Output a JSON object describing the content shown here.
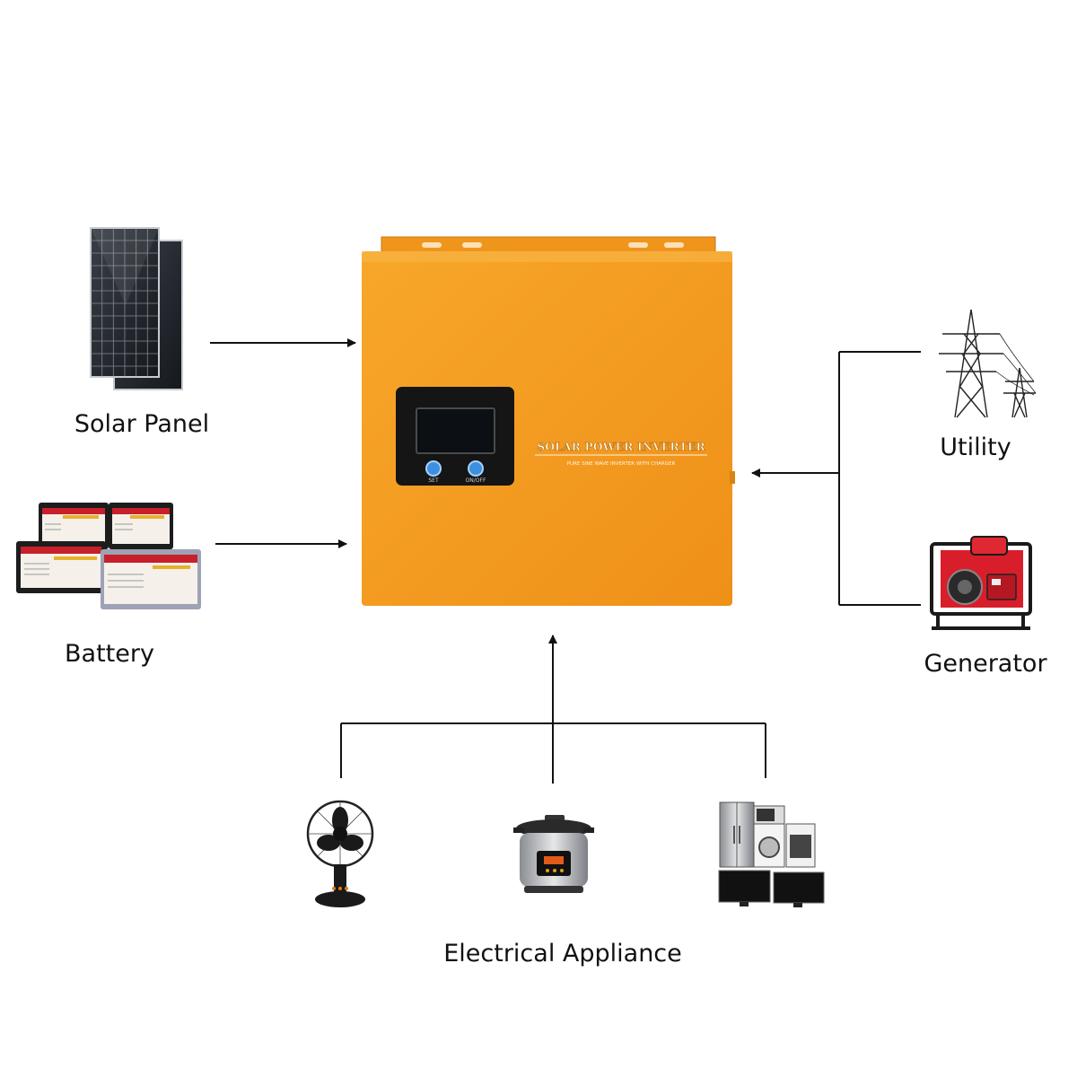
{
  "inverter": {
    "brand_text": "SOLAR POWER INVERTER",
    "sub_text": "PURE SINE WAVE INVERTER WITH CHARGER",
    "set_label": "SET",
    "onoff_label": "ON/OFF",
    "body_color": "#f39a1e"
  },
  "inputs": {
    "solar_panel": "Solar Panel",
    "battery": "Battery"
  },
  "sources": {
    "utility": "Utility",
    "generator": "Generator"
  },
  "appliances": {
    "label": "Electrical Appliance"
  },
  "colors": {
    "line": "#111111",
    "generator_red": "#d81e2a",
    "battery_red": "#c8202b"
  }
}
